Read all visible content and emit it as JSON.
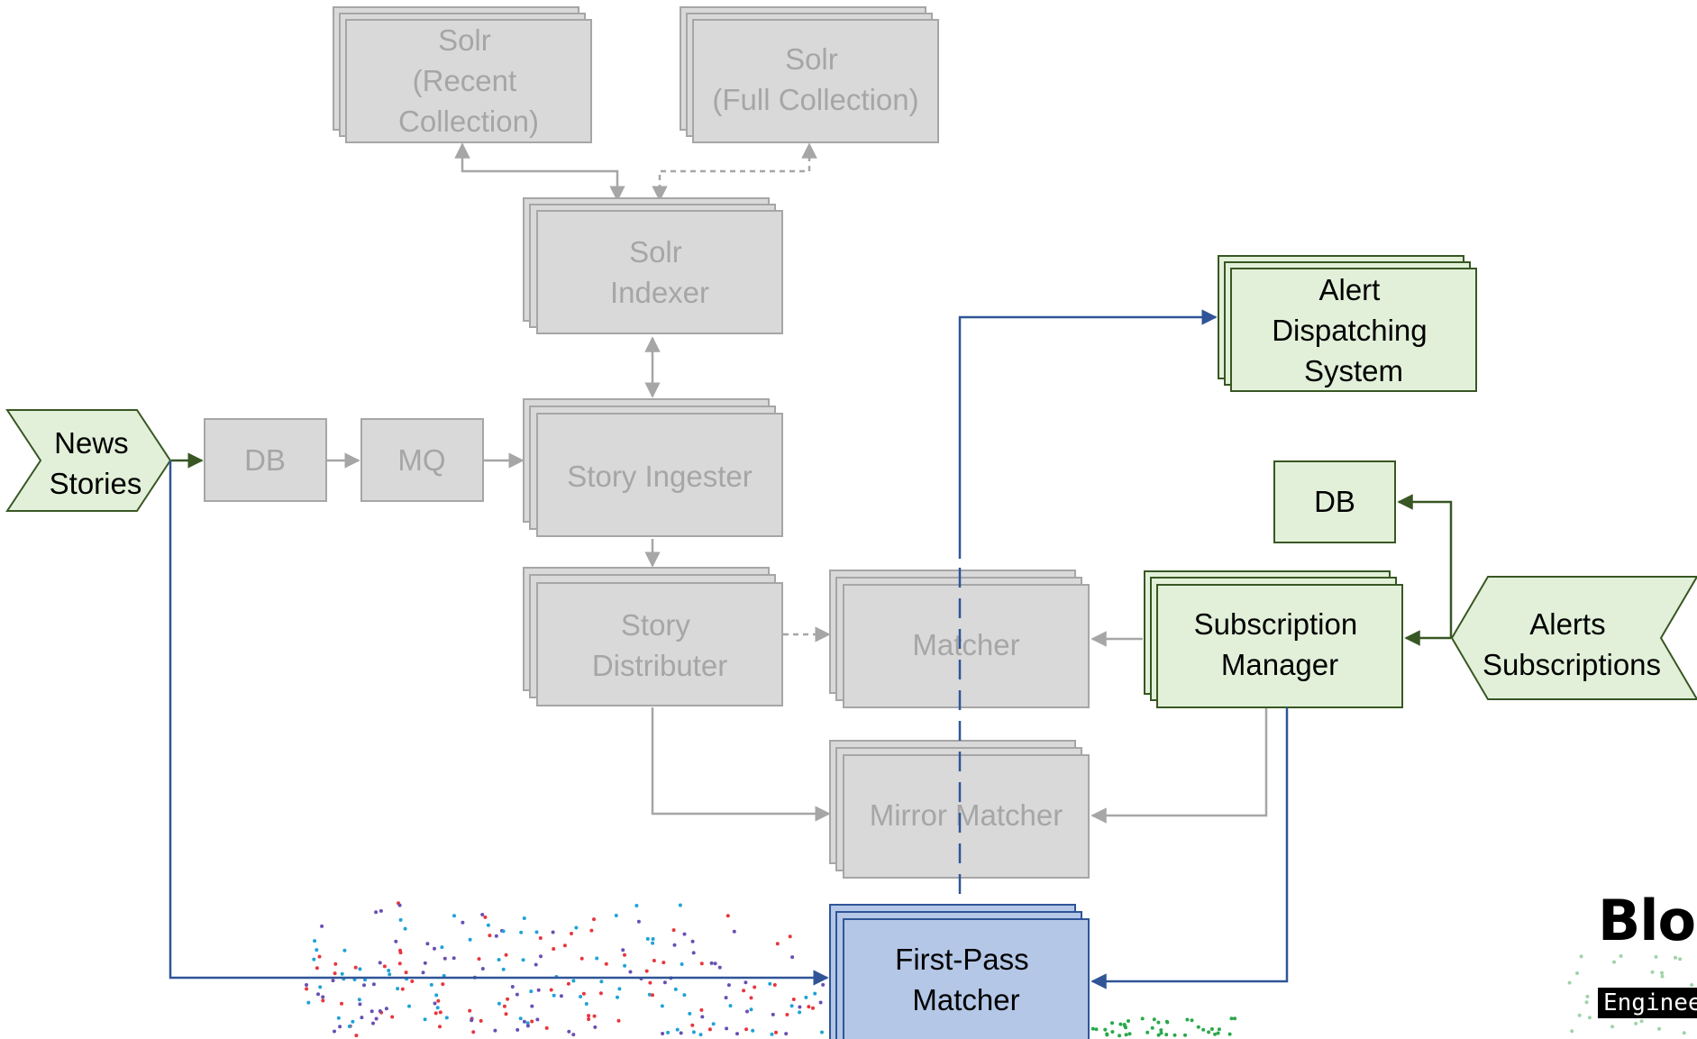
{
  "diagram": {
    "nodes": {
      "news_stories": [
        "News",
        "Stories"
      ],
      "db_left": [
        "DB"
      ],
      "mq": [
        "MQ"
      ],
      "solr_recent": [
        "Solr",
        "(Recent",
        "Collection)"
      ],
      "solr_full": [
        "Solr",
        "(Full Collection)"
      ],
      "solr_indexer": [
        "Solr",
        "Indexer"
      ],
      "story_ingester": [
        "Story Ingester"
      ],
      "story_distributer": [
        "Story",
        "Distributer"
      ],
      "matcher": [
        "Matcher"
      ],
      "mirror_matcher": [
        "Mirror Matcher"
      ],
      "first_pass_matcher": [
        "First-Pass",
        "Matcher"
      ],
      "alert_dispatching": [
        "Alert",
        "Dispatching",
        "System"
      ],
      "db_right": [
        "DB"
      ],
      "subscription_manager": [
        "Subscription",
        "Manager"
      ],
      "alerts_subscriptions": [
        "Alerts",
        "Subscriptions"
      ]
    },
    "colors": {
      "gray_fill": "#d9d9d9",
      "gray_stroke": "#a6a6a6",
      "gray_text": "#a6a6a6",
      "green_fill": "#e2f0d9",
      "green_stroke": "#385723",
      "blue_fill": "#b4c7e7",
      "blue_stroke": "#2f5597",
      "blue_line": "#2f5597"
    }
  },
  "branding": {
    "logo_text": "Bloc",
    "tagline": "Enginee"
  }
}
